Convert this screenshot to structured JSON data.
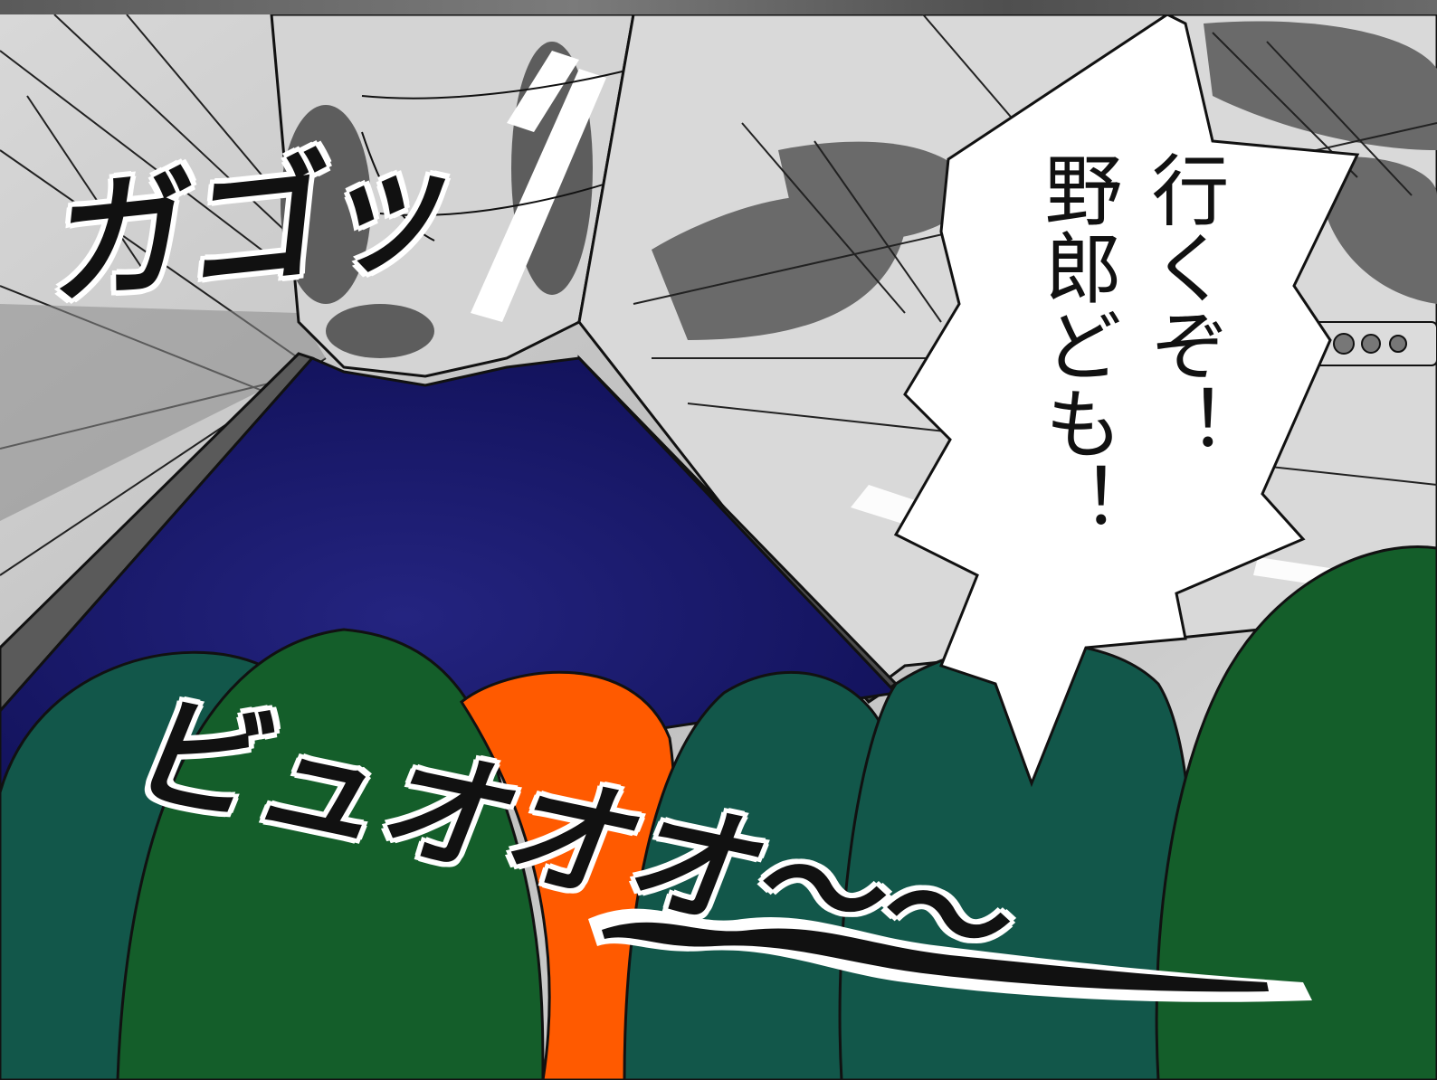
{
  "panel": {
    "speech_bubble": {
      "text": "行くぞ！\n野郎ども！"
    },
    "sfx_top": "ガゴッ",
    "sfx_bottom": "ビュオオオ〜〜"
  },
  "colors": {
    "sky": "#1a1a6e",
    "wing_gray": "#cfcfcf",
    "wing_dark": "#6d6d6d",
    "foliage_green": "#145e2a",
    "foliage_teal": "#12574a",
    "foliage_orange": "#ff5a00",
    "bubble_fill": "#ffffff",
    "ink": "#111111"
  }
}
